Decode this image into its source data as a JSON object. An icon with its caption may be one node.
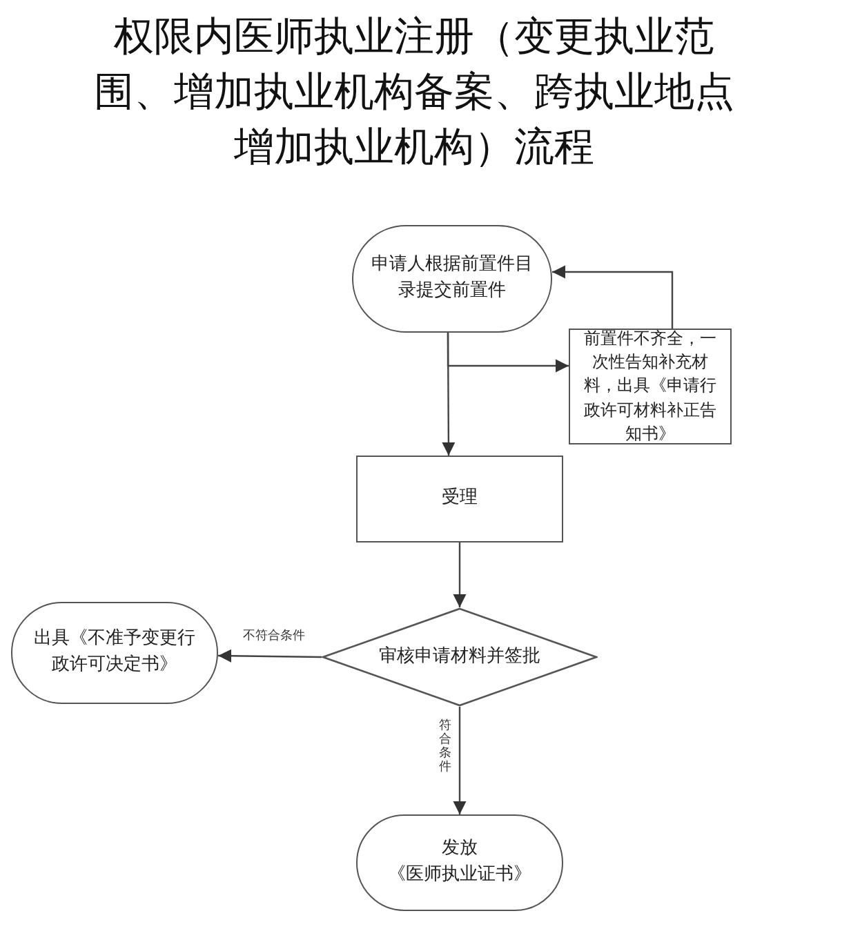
{
  "diagram": {
    "title": "权限内医师执业注册（变更执业范围、增加执业机构备案、跨执业地点增加执业机构）流程",
    "nodes": [
      {
        "text": [
          "申请人根据前置件目录提交前置件"
        ]
      },
      {
        "text": [
          "前置件不齐全，一次性告知补充材料，出具《申请行政许可材料补正告知书》"
        ]
      },
      {
        "text": [
          "受理"
        ]
      },
      {
        "text": [
          "审核申请材料并签批"
        ]
      },
      {
        "text": [
          "出具《不准予变更行政许可决定书》"
        ]
      },
      {
        "text": [
          "发放",
          "《医师执业证书》"
        ]
      }
    ],
    "edges": [
      {
        "from": 0,
        "to": 1,
        "arrow": "to"
      },
      {
        "from": 0,
        "to": 2,
        "arrow": "to"
      },
      {
        "from": 1,
        "to": 0,
        "arrow": "to"
      },
      {
        "from": 2,
        "to": 3,
        "arrow": "to"
      },
      {
        "from": 3,
        "to": 4,
        "arrow": "to",
        "label": "不符合条件"
      },
      {
        "from": 3,
        "to": 5,
        "arrow": "to",
        "label": "符合条件"
      }
    ]
  }
}
